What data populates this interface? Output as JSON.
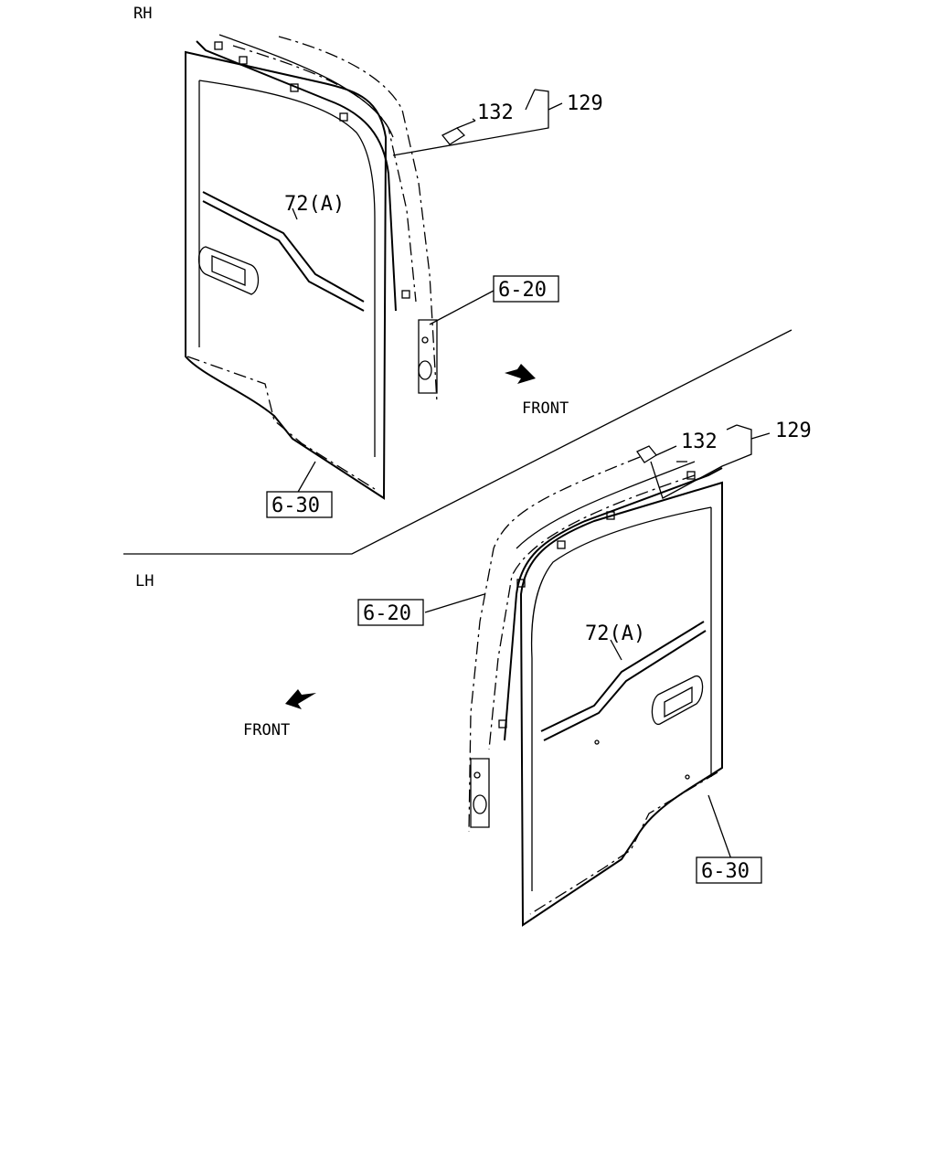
{
  "sections": {
    "rh": "RH",
    "lh": "LH"
  },
  "rh": {
    "front": "FRONT",
    "callouts": {
      "p129": "129",
      "p132": "132",
      "p72a": "72(A)",
      "ref_620": "6-20",
      "ref_630": "6-30"
    }
  },
  "lh": {
    "front": "FRONT",
    "callouts": {
      "p129": "129",
      "p132": "132",
      "p72a": "72(A)",
      "ref_620": "6-20",
      "ref_630": "6-30"
    }
  }
}
